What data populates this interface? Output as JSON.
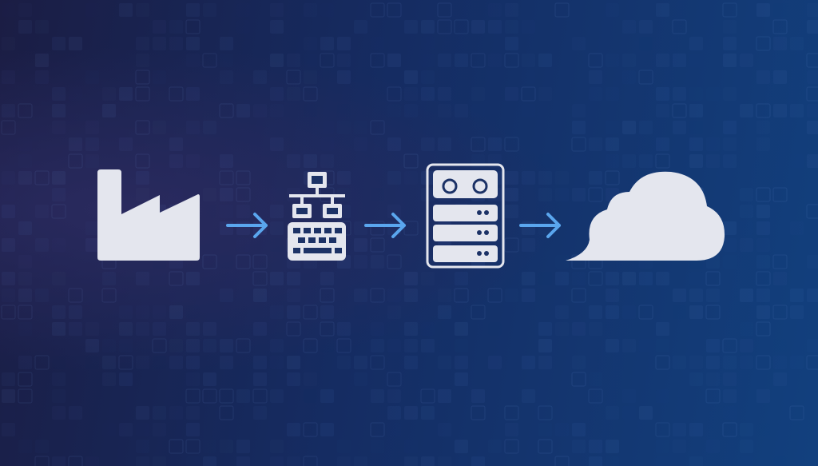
{
  "diagram": {
    "nodes": [
      {
        "id": "factory",
        "icon": "factory-icon"
      },
      {
        "id": "network-keyboard",
        "icon": "network-keyboard-icon"
      },
      {
        "id": "server",
        "icon": "server-tape-storage-icon"
      },
      {
        "id": "cloud",
        "icon": "cloud-icon"
      }
    ],
    "edges": [
      {
        "from": "factory",
        "to": "network-keyboard"
      },
      {
        "from": "network-keyboard",
        "to": "server"
      },
      {
        "from": "server",
        "to": "cloud"
      }
    ]
  },
  "colors": {
    "icon": "#e4e6ee",
    "arrow": "#5aa6ee",
    "background_left": "#1b1d44",
    "background_right": "#12407e"
  }
}
